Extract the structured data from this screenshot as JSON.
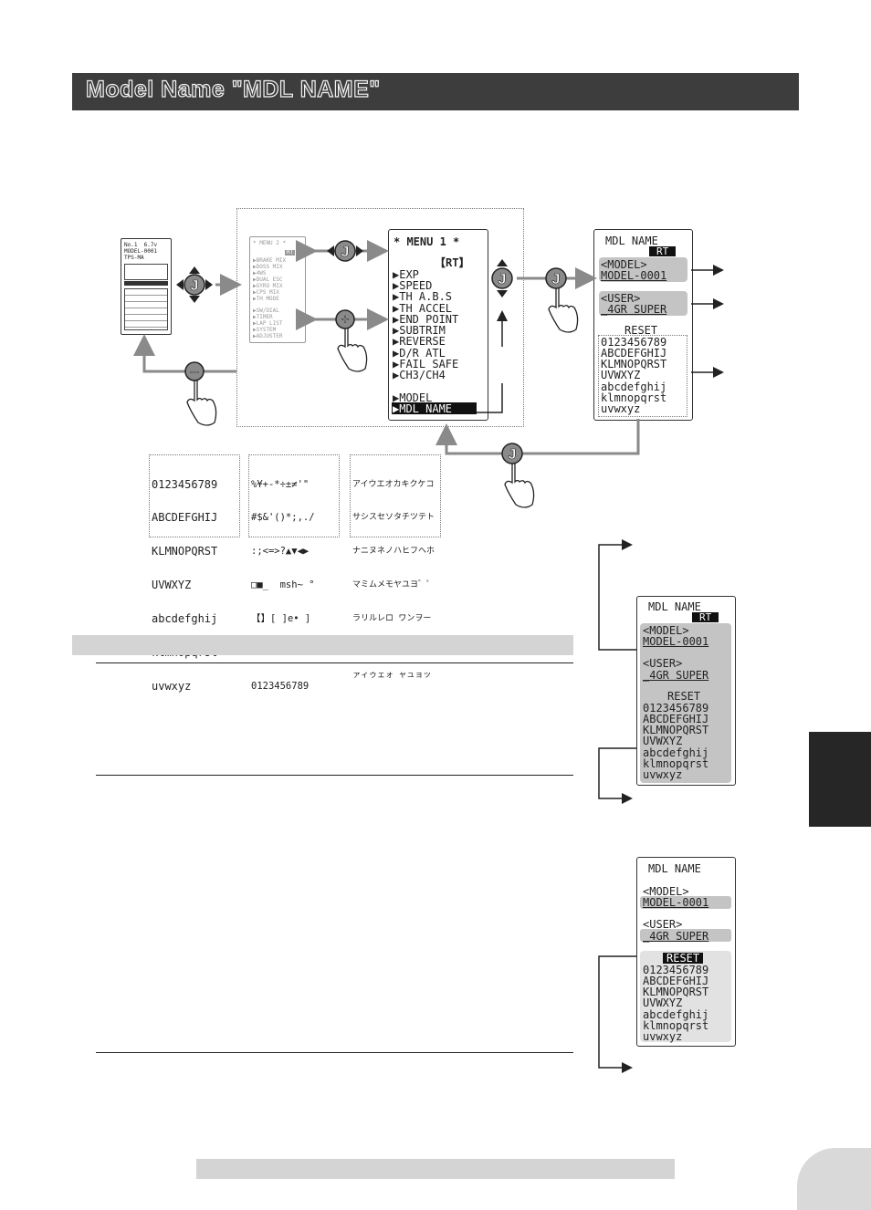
{
  "title": "Model Name \"MDL NAME\"",
  "home_screen": {
    "lines": [
      "No.1  6.7v",
      "MODEL-0001",
      "TPS-MA"
    ]
  },
  "menu2": {
    "header": "* MENU 2 *",
    "badge": "RT",
    "items": [
      "BRAKE MIX",
      "DOSS MIX",
      "4WS",
      "DUAL ESC",
      "GYRO MIX",
      "CPS MIX",
      "TH MODE",
      "SW/DIAL",
      "TIMER",
      "LAP LIST",
      "SYSTEM",
      "ADJUSTER"
    ]
  },
  "menu1": {
    "header": "* MENU 1 *",
    "badge": "【RT】",
    "items": [
      "EXP",
      "SPEED",
      "TH A.B.S",
      "TH ACCEL",
      "END POINT",
      "SUBTRIM",
      "REVERSE",
      "D/R ATL",
      "FAIL SAFE",
      "CH3/CH4"
    ],
    "items_bottom": [
      "MODEL",
      "MDL NAME"
    ]
  },
  "button_labels": {
    "j": "J",
    "plus": "+",
    "minus": "–"
  },
  "mdl_screen": {
    "title": "MDL NAME",
    "badge": "RT",
    "model_label": "<MODEL>",
    "model_value": "MODEL-0001",
    "user_label": "<USER>",
    "user_value": "_4GR SUPER",
    "reset_label": "RESET",
    "charset": [
      "0123456789",
      "ABCDEFGHIJ",
      "KLMNOPQRST",
      "UVWXYZ",
      "abcdefghij",
      "klmnopqrst",
      "uvwxyz"
    ]
  },
  "charsets": {
    "set1": [
      "0123456789",
      "ABCDEFGHIJ",
      "KLMNOPQRST",
      "UVWXYZ",
      "abcdefghij",
      "klmnopqrst",
      "uvwxyz"
    ],
    "set2": [
      "%¥+-*÷±≠'\"",
      "#$&'()*;,./",
      ":;<=>?▲▼◀▶",
      "□■_  msh~ °",
      "【】[ ]e• ]",
      " ↘ ↗  ↙↖↗",
      "0123456789"
    ],
    "set3": [
      "アイウエオカキクケコ",
      "サシスセソタチツテト",
      "ナニヌネノハヒフヘホ",
      "マミムメモヤユヨ゛゜",
      "ラリルレロ ワンヲー",
      "",
      "ァィゥェォ ャュョッ"
    ]
  },
  "colors": {
    "title_bg": "#3d3d3d",
    "highlight": "#c4c4c4",
    "tab": "#262626"
  }
}
